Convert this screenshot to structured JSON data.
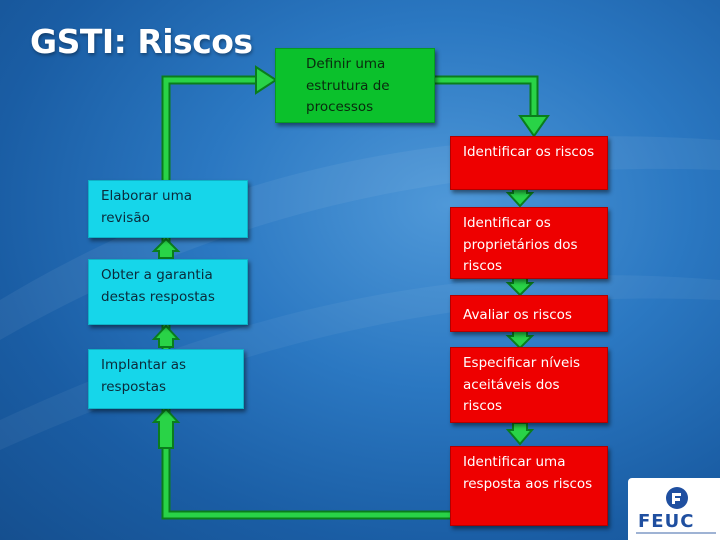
{
  "slide": {
    "title": "GSTI: Riscos",
    "logo": {
      "text": "FEUC"
    }
  },
  "flow": {
    "top": "Definir uma estrutura de processos",
    "right": [
      "Identificar os riscos",
      "Identificar os proprietários dos riscos",
      "Avaliar os riscos",
      "Especificar níveis aceitáveis dos riscos",
      "Identificar uma resposta aos riscos"
    ],
    "left": [
      "Elaborar uma revisão",
      "Obter a garantia destas respostas",
      "Implantar as respostas"
    ]
  },
  "colors": {
    "background": "#2b78c2",
    "green": "#0bc12c",
    "red": "#ee0000",
    "cyan": "#16d6ea",
    "logo": "#1f4fa0"
  }
}
